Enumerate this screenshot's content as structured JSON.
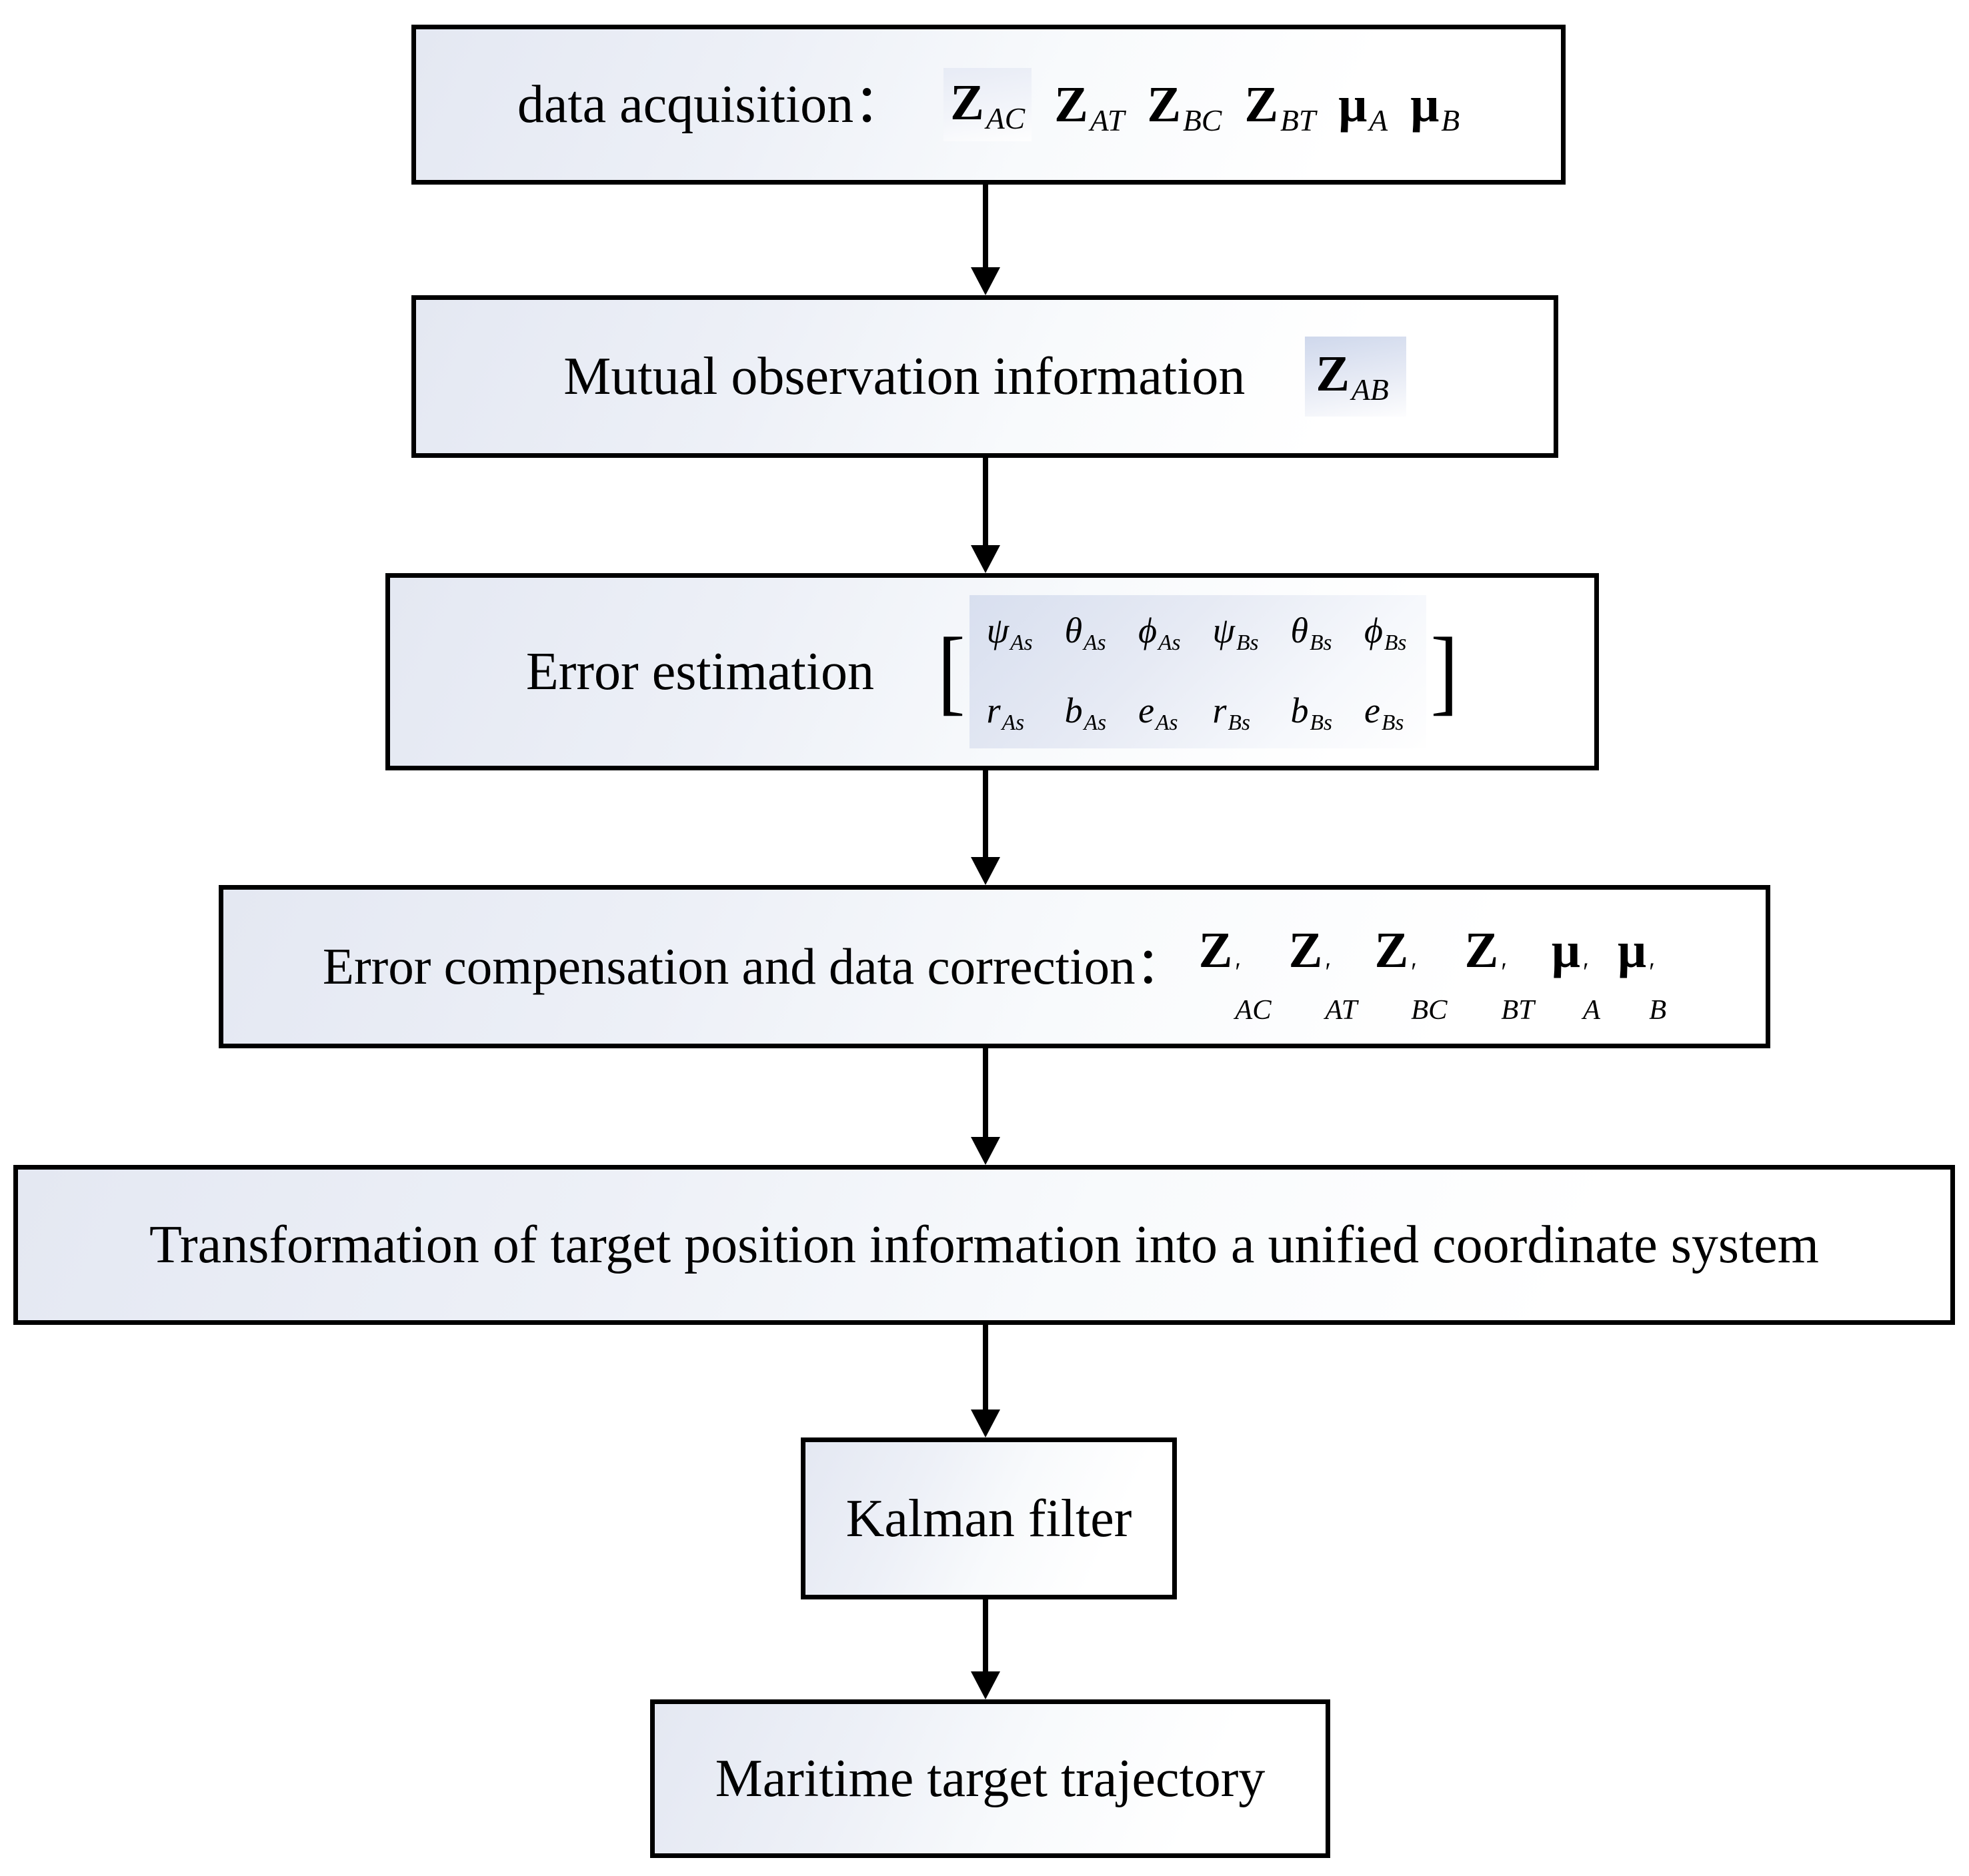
{
  "figure": {
    "type": "flowchart",
    "description_domain": "maritime multi-sensor data fusion processing flow"
  },
  "colors": {
    "box_border": "#000000",
    "box_fill_light": "#e4e8f2",
    "box_fill_white": "#ffffff",
    "formula_highlight": "#cfd8ec",
    "matrix_highlight": "#d8dfef",
    "arrow": "#000000",
    "text": "#000000"
  },
  "flow": {
    "box1": {
      "label": "data acquisition：",
      "terms": [
        {
          "base": "Z",
          "sub": "AC"
        },
        {
          "base": "Z",
          "sub": "AT"
        },
        {
          "base": "Z",
          "sub": "BC"
        },
        {
          "base": "Z",
          "sub": "BT"
        },
        {
          "base": "μ",
          "sub": "A"
        },
        {
          "base": "μ",
          "sub": "B"
        }
      ]
    },
    "box2": {
      "label": "Mutual observation information",
      "term": {
        "base": "Z",
        "sub": "AB"
      }
    },
    "box3": {
      "label": "Error estimation",
      "matrix": {
        "open_bracket": "[",
        "close_bracket": "]",
        "row1": [
          {
            "base": "ψ",
            "sub": "As"
          },
          {
            "base": "θ",
            "sub": "As"
          },
          {
            "base": "ϕ",
            "sub": "As"
          },
          {
            "base": "ψ",
            "sub": "Bs"
          },
          {
            "base": "θ",
            "sub": "Bs"
          },
          {
            "base": "ϕ",
            "sub": "Bs"
          }
        ],
        "row2": [
          {
            "base": "r",
            "sub": "As"
          },
          {
            "base": "b",
            "sub": "As"
          },
          {
            "base": "e",
            "sub": "As"
          },
          {
            "base": "r",
            "sub": "Bs"
          },
          {
            "base": "b",
            "sub": "Bs"
          },
          {
            "base": "e",
            "sub": "Bs"
          }
        ]
      }
    },
    "box4": {
      "label": "Error compensation and data correction：",
      "terms": [
        {
          "base": "Z",
          "prime": "′",
          "sub": "AC"
        },
        {
          "base": "Z",
          "prime": "′",
          "sub": "AT"
        },
        {
          "base": "Z",
          "prime": "′",
          "sub": "BC"
        },
        {
          "base": "Z",
          "prime": "′",
          "sub": "BT"
        },
        {
          "base": "μ",
          "prime": "′",
          "sub": "A"
        },
        {
          "base": "μ",
          "prime": "′",
          "sub": "B"
        }
      ]
    },
    "box5": {
      "label": "Transformation of target position information into a unified coordinate system"
    },
    "box6": {
      "label": "Kalman filter"
    },
    "box7": {
      "label": "Maritime target trajectory"
    }
  }
}
